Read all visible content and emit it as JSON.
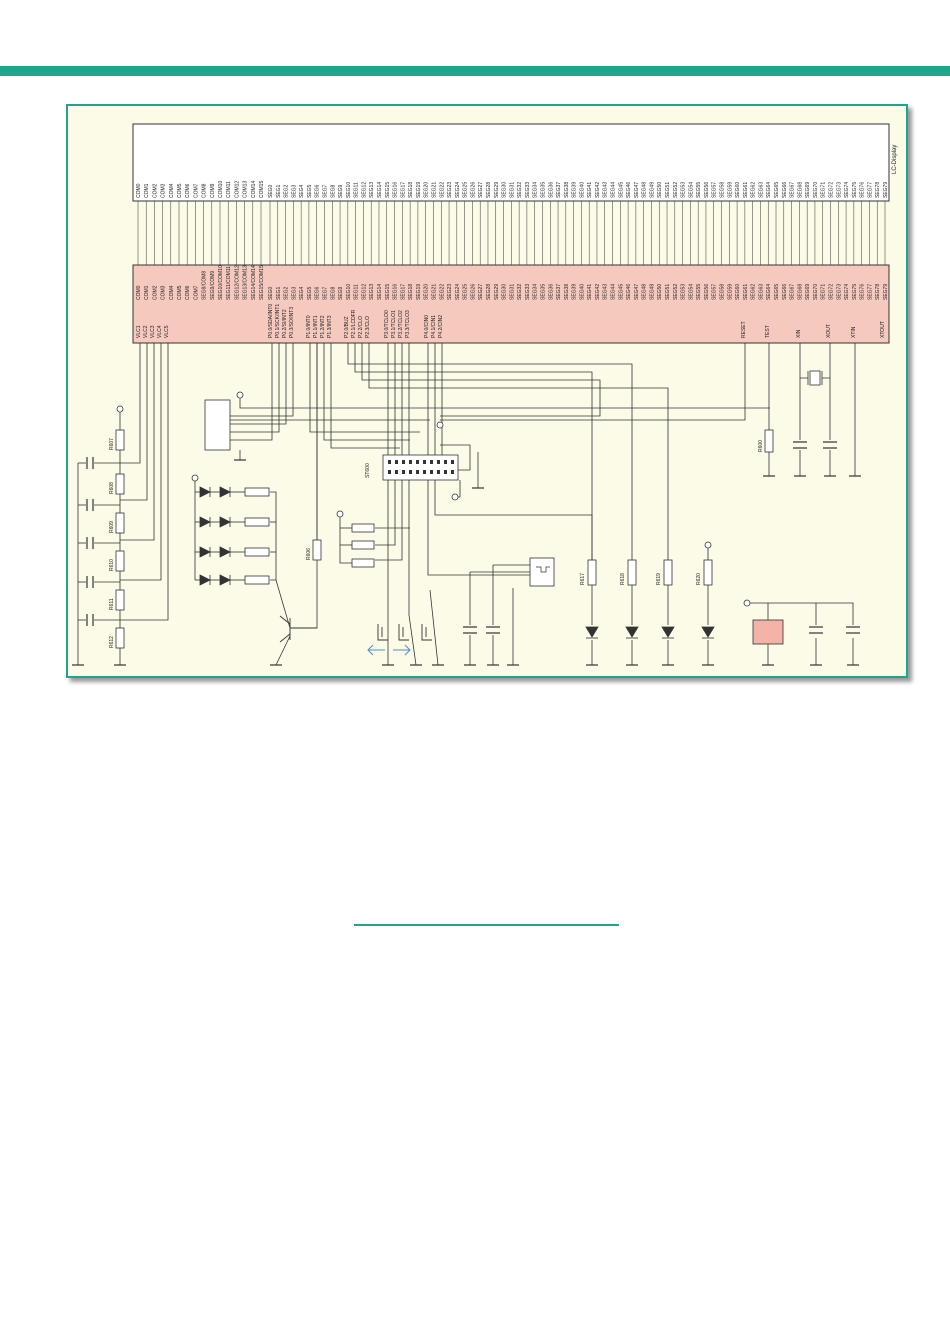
{
  "display": {
    "label": "LC-Display",
    "com_pins": [
      "COM0",
      "COM1",
      "COM2",
      "COM3",
      "COM4",
      "COM5",
      "COM6",
      "COM7",
      "COM8",
      "COM9",
      "COM10",
      "COM11",
      "COM12",
      "COM13",
      "COM14",
      "COM15"
    ],
    "seg_pins": [
      "SEG0",
      "SEG1",
      "SEG2",
      "SEG3",
      "SEG4",
      "SEG5",
      "SEG6",
      "SEG7",
      "SEG8",
      "SEG9",
      "SEG10",
      "SEG11",
      "SEG12",
      "SEG13",
      "SEG14",
      "SEG15",
      "SEG16",
      "SEG17",
      "SEG18",
      "SEG19",
      "SEG20",
      "SEG21",
      "SEG22",
      "SEG23",
      "SEG24",
      "SEG25",
      "SEG26",
      "SEG27",
      "SEG28",
      "SEG29",
      "SEG30",
      "SEG31",
      "SEG32",
      "SEG33",
      "SEG34",
      "SEG35",
      "SEG36",
      "SEG37",
      "SEG38",
      "SEG39",
      "SEG40",
      "SEG41",
      "SEG42",
      "SEG43",
      "SEG44",
      "SEG45",
      "SEG46",
      "SEG47",
      "SEG48",
      "SEG49",
      "SEG50",
      "SEG51",
      "SEG52",
      "SEG53",
      "SEG54",
      "SEG55",
      "SEG56",
      "SEG57",
      "SEG58",
      "SEG59",
      "SEG60",
      "SEG61",
      "SEG62",
      "SEG63",
      "SEG64",
      "SEG65",
      "SEG66",
      "SEG67",
      "SEG68",
      "SEG69",
      "SEG70",
      "SEG71",
      "SEG72",
      "SEG73",
      "SEG74",
      "SEG75",
      "SEG76",
      "SEG77",
      "SEG78",
      "SEG79"
    ]
  },
  "mcu": {
    "vlc_pins": [
      "VLC1",
      "VLC2",
      "VLC3",
      "VLC4",
      "VLC5"
    ],
    "com_pins": [
      "COM0",
      "COM1",
      "COM2",
      "COM3",
      "COM4",
      "COM5",
      "COM6",
      "COM7",
      "SEG8/COM8",
      "SEG9/COM9",
      "SEG10/COM10",
      "SEG11/COM11",
      "SEG12/COM12",
      "SEG13/COM13",
      "SEG14/COM14",
      "SEG15/COM15"
    ],
    "port_pins": [
      "P0.0/SDA/INT0",
      "P0.1/SCK/INT1",
      "P0.2/SI/INT2",
      "P0.3/SO/INT3",
      "P1.0/INT0",
      "P1.1/INT1",
      "P1.2/INT2",
      "P1.3/INT3",
      "P2.0/BUZ",
      "P2.1/LCDFR",
      "P2.2/CLO",
      "P2.3/CLO",
      "P3.0/TCLO0",
      "P3.1/TCLO1",
      "P3.2/TCLO2",
      "P3.3/TCLO3",
      "P4.0/CIN0",
      "P4.1/CIN1",
      "P4.2/CIN2"
    ],
    "reset_label": "RESET",
    "test_label": "TEST",
    "xin_label": "XIN",
    "xout_label": "XOUT",
    "xtin_label": "XTIN",
    "xtout_label": "XTOUT"
  },
  "components": {
    "resistors_left": [
      "R607",
      "R608",
      "R609",
      "R610",
      "R611",
      "R612"
    ],
    "resistor_mid": "R606",
    "resistors_right": [
      "R617",
      "R618",
      "R619",
      "R620"
    ],
    "resistor_reset": "R600",
    "connector": "ST600"
  },
  "colors": {
    "accent": "#1fa58a",
    "panel_bg": "#fbfbe8",
    "mcu_fill": "#f6c9bf",
    "line": "#333333",
    "arrow": "#4a8fd6",
    "relay_fill": "#f3b3a6"
  }
}
